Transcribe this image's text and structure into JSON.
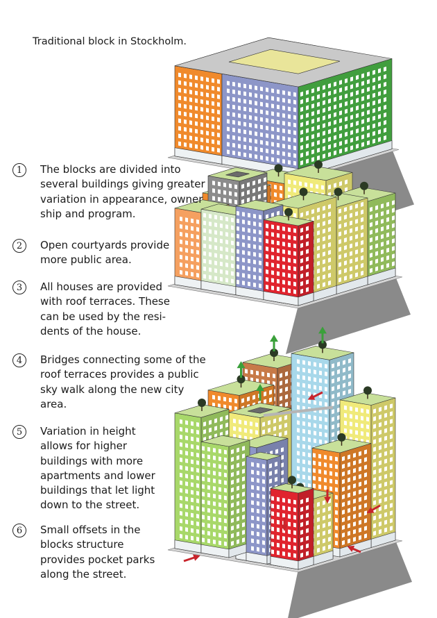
{
  "title": "Traditional block in Stockholm.",
  "items": [
    {
      "number": "1",
      "text": "The blocks are divided into several buildings giving greater variation in appearance, owner ship and program."
    },
    {
      "number": "2",
      "text": "Open courtyards provide more public area."
    },
    {
      "number": "3",
      "text": "All houses are provided with roof terraces. These can be used by the resi-dents of the house."
    },
    {
      "number": "4",
      "text": "Bridges connecting some of the roof terraces provides a public sky walk along the new city area."
    },
    {
      "number": "5",
      "text": "Variation in height allows for higher buildings with more apartments and lower buildings that let light down to the street."
    },
    {
      "number": "6",
      "text": "Small offsets in the blocks structure provides pocket parks along the street."
    }
  ]
}
